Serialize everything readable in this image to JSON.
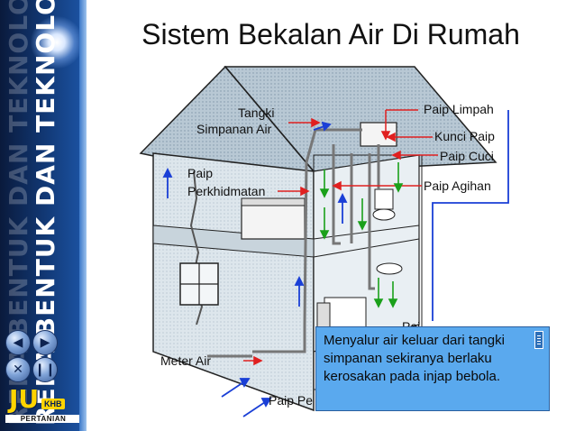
{
  "slide": {
    "title": "Sistem Bekalan Air Di Rumah"
  },
  "sidebar": {
    "vertical_text": "REKA BENTUK DAN TEKNOLOGI",
    "nav": {
      "prev_icon": "arrow-left-icon",
      "next_icon": "arrow-right-icon",
      "close_icon": "close-icon",
      "pause_icon": "pause-icon"
    },
    "logo": {
      "letters": "JU",
      "badge": "KHB",
      "caption": "PERTANIAN"
    }
  },
  "diagram": {
    "labels": {
      "tangki_line1": "Tangki",
      "tangki_line2": "Simpanan Air",
      "paip_perkhidmatan_line1": "Paip",
      "paip_perkhidmatan_line2": "Perkhidmatan",
      "meter_air": "Meter Air",
      "paip_pe": "Paip Pe",
      "paip_limpah": "Paip Limpah",
      "kunci_paip": "Kunci Paip",
      "paip_cuci": "Paip Cuci",
      "paip_agihan": "Paip Agihan",
      "partial_label": "Pai"
    }
  },
  "popup": {
    "text": "Menyalur air keluar dari tangki simpanan sekiranya berlaku kerosakan pada injap bebola."
  },
  "colors": {
    "sidebar_dark": "#0a1a3c",
    "sidebar_mid": "#123a78",
    "popup_bg": "#5aa9ee",
    "arrow_red": "#e02020",
    "arrow_blue": "#1a3fd6",
    "arrow_green": "#1aa01a",
    "roof": "#9fb2c0"
  }
}
